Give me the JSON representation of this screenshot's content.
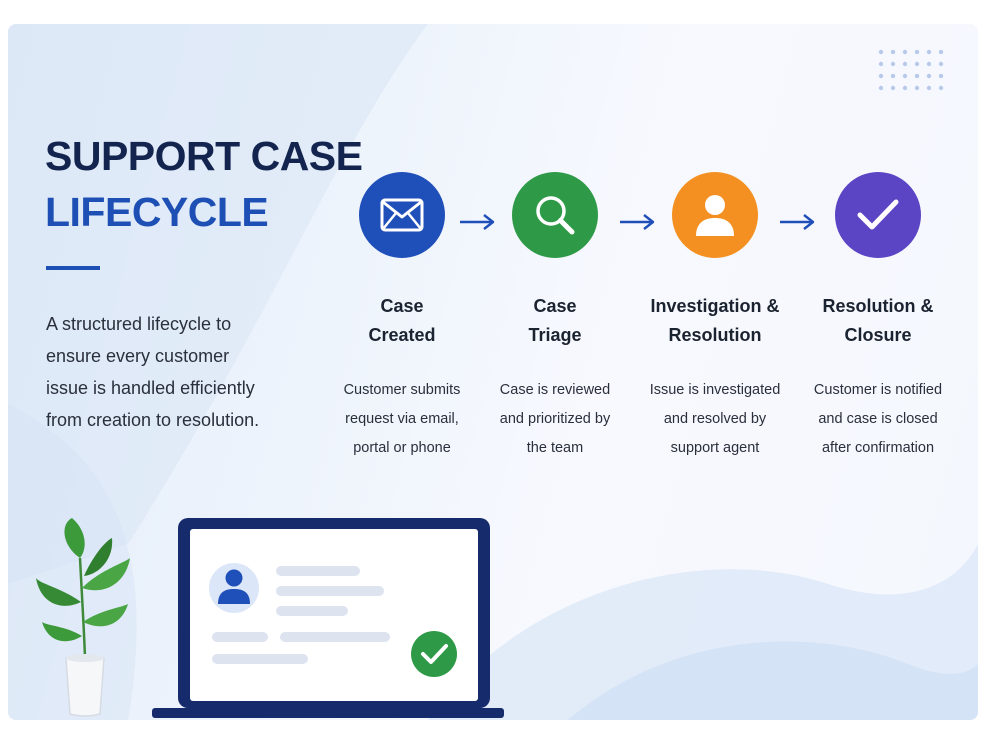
{
  "title": {
    "line1": "SUPPORT CASE",
    "line2": "LIFECYCLE"
  },
  "intro_lines": [
    "A structured lifecycle to",
    "ensure every customer",
    "issue is handled efficiently",
    "from creation to resolution."
  ],
  "steps": [
    {
      "icon": "envelope-icon",
      "color": "#1f4fb8",
      "title_lines": [
        "Case",
        "Created"
      ],
      "desc_lines": [
        "Customer submits",
        "request via email,",
        "portal or phone"
      ]
    },
    {
      "icon": "magnifier-icon",
      "color": "#2e9a47",
      "title_lines": [
        "Case",
        "Triage"
      ],
      "desc_lines": [
        "Case is reviewed",
        "and prioritized by",
        "the team"
      ]
    },
    {
      "icon": "user-icon",
      "color": "#f39021",
      "title_lines": [
        "Investigation &",
        "Resolution"
      ],
      "desc_lines": [
        "Issue is investigated",
        "and resolved by",
        "support agent"
      ]
    },
    {
      "icon": "checkmark-icon",
      "color": "#5b45c4",
      "title_lines": [
        "Resolution &",
        "Closure"
      ],
      "desc_lines": [
        "Customer is notified",
        "and case is closed",
        "after confirmation"
      ]
    }
  ],
  "colors": {
    "title_dark": "#13254f",
    "title_accent": "#1d4fb4",
    "arrow": "#1f4fb8",
    "laptop_frame": "#162b6c",
    "check_badge": "#2e9a47",
    "plant_leaf": "#3d9a3b"
  },
  "illustration": {
    "laptop_icon": "user-avatar-icon",
    "badge_icon": "checkmark-icon",
    "plant_icon": "potted-plant-icon"
  }
}
